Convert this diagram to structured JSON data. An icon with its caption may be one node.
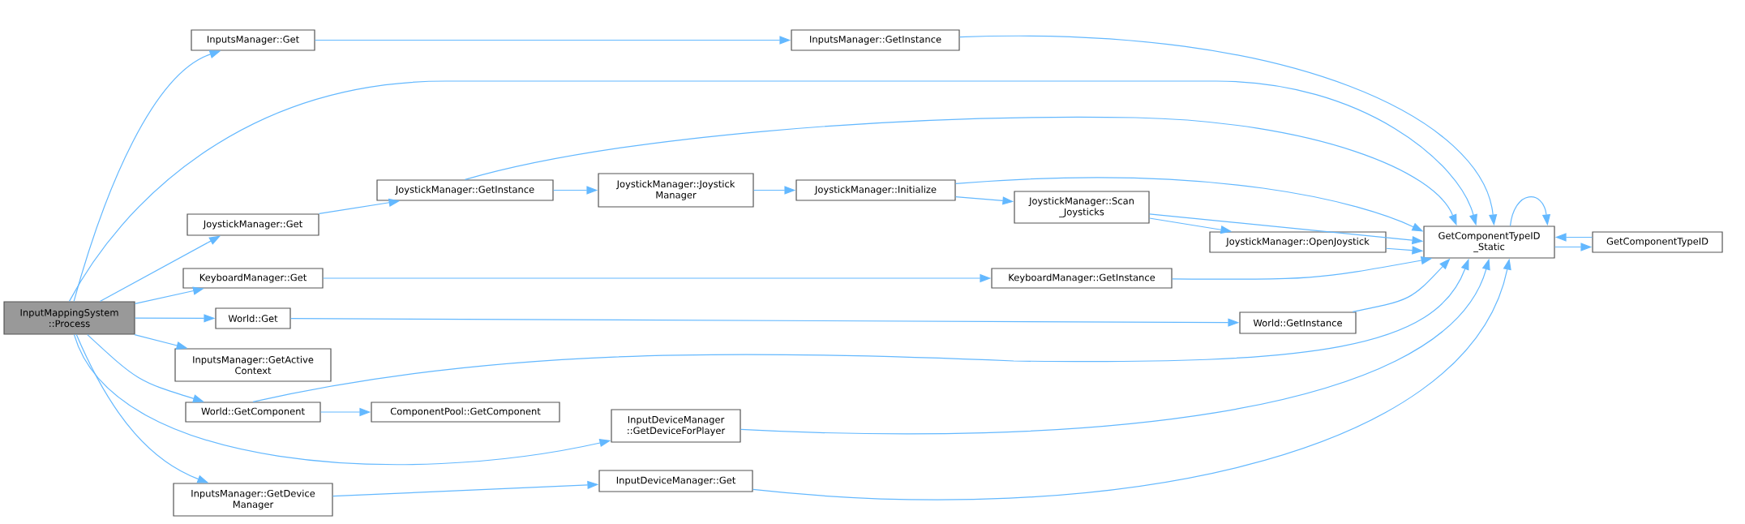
{
  "diagram": {
    "nodes": [
      {
        "text": [
          "InputMappingSystem ::Process"
        ]
      },
      {
        "text": [
          "InputsManager::Get"
        ]
      },
      {
        "text": [
          "InputsManager::GetInstance"
        ]
      },
      {
        "text": [
          "GetComponentTypeID _Static"
        ]
      },
      {
        "text": [
          "JoystickManager::Get"
        ]
      },
      {
        "text": [
          "JoystickManager::GetInstance"
        ]
      },
      {
        "text": [
          "JoystickManager::Joystick Manager"
        ]
      },
      {
        "text": [
          "JoystickManager::Initialize"
        ]
      },
      {
        "text": [
          "JoystickManager::Scan _Joysticks"
        ]
      },
      {
        "text": [
          "JoystickManager::OpenJoystick"
        ]
      },
      {
        "text": [
          "GetComponentTypeID"
        ]
      },
      {
        "text": [
          "KeyboardManager::Get"
        ]
      },
      {
        "text": [
          "KeyboardManager::GetInstance"
        ]
      },
      {
        "text": [
          "World::Get"
        ]
      },
      {
        "text": [
          "World::GetInstance"
        ]
      },
      {
        "text": [
          "InputsManager::GetActive Context"
        ]
      },
      {
        "text": [
          "World::GetComponent"
        ]
      },
      {
        "text": [
          "ComponentPool::GetComponent"
        ]
      },
      {
        "text": [
          "InputDeviceManager ::GetDeviceForPlayer"
        ]
      },
      {
        "text": [
          "InputsManager::GetDevice Manager"
        ]
      },
      {
        "text": [
          "InputDeviceManager::Get"
        ]
      }
    ],
    "edges": [
      {
        "from": 0,
        "to": 1,
        "arrow": "to"
      },
      {
        "from": 0,
        "to": 3,
        "arrow": "to"
      },
      {
        "from": 0,
        "to": 4,
        "arrow": "to"
      },
      {
        "from": 0,
        "to": 11,
        "arrow": "to"
      },
      {
        "from": 0,
        "to": 13,
        "arrow": "to"
      },
      {
        "from": 0,
        "to": 15,
        "arrow": "to"
      },
      {
        "from": 0,
        "to": 16,
        "arrow": "to"
      },
      {
        "from": 0,
        "to": 18,
        "arrow": "to"
      },
      {
        "from": 0,
        "to": 19,
        "arrow": "to"
      },
      {
        "from": 1,
        "to": 2,
        "arrow": "to"
      },
      {
        "from": 2,
        "to": 3,
        "arrow": "to"
      },
      {
        "from": 3,
        "to": 3,
        "arrow": "to"
      },
      {
        "from": 3,
        "to": 10,
        "arrow": "to"
      },
      {
        "from": 4,
        "to": 5,
        "arrow": "to"
      },
      {
        "from": 5,
        "to": 3,
        "arrow": "to"
      },
      {
        "from": 5,
        "to": 6,
        "arrow": "to"
      },
      {
        "from": 6,
        "to": 7,
        "arrow": "to"
      },
      {
        "from": 7,
        "to": 3,
        "arrow": "to"
      },
      {
        "from": 7,
        "to": 8,
        "arrow": "to"
      },
      {
        "from": 8,
        "to": 3,
        "arrow": "to"
      },
      {
        "from": 8,
        "to": 9,
        "arrow": "to"
      },
      {
        "from": 9,
        "to": 3,
        "arrow": "to"
      },
      {
        "from": 10,
        "to": 3,
        "arrow": "to"
      },
      {
        "from": 11,
        "to": 12,
        "arrow": "to"
      },
      {
        "from": 12,
        "to": 3,
        "arrow": "to"
      },
      {
        "from": 13,
        "to": 14,
        "arrow": "to"
      },
      {
        "from": 14,
        "to": 3,
        "arrow": "to"
      },
      {
        "from": 16,
        "to": 3,
        "arrow": "to"
      },
      {
        "from": 16,
        "to": 17,
        "arrow": "to"
      },
      {
        "from": 18,
        "to": 3,
        "arrow": "to"
      },
      {
        "from": 19,
        "to": 20,
        "arrow": "to"
      },
      {
        "from": 20,
        "to": 3,
        "arrow": "to"
      }
    ]
  }
}
